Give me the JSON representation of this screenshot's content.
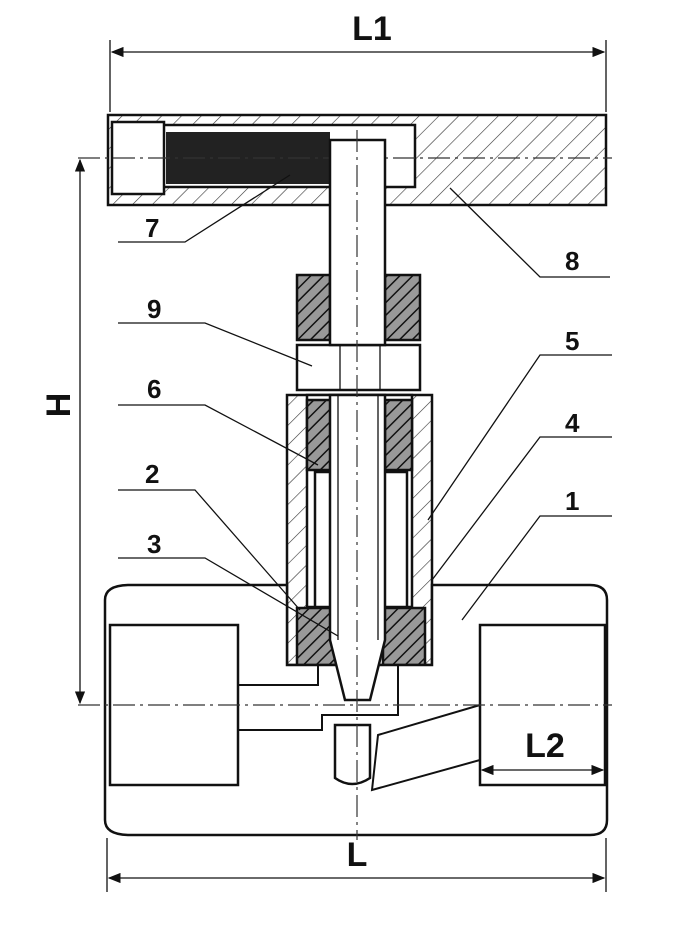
{
  "dimensions": {
    "L1": "L1",
    "H": "H",
    "L2": "L2",
    "L": "L"
  },
  "part_labels": [
    "1",
    "2",
    "3",
    "4",
    "5",
    "6",
    "7",
    "8",
    "9"
  ]
}
